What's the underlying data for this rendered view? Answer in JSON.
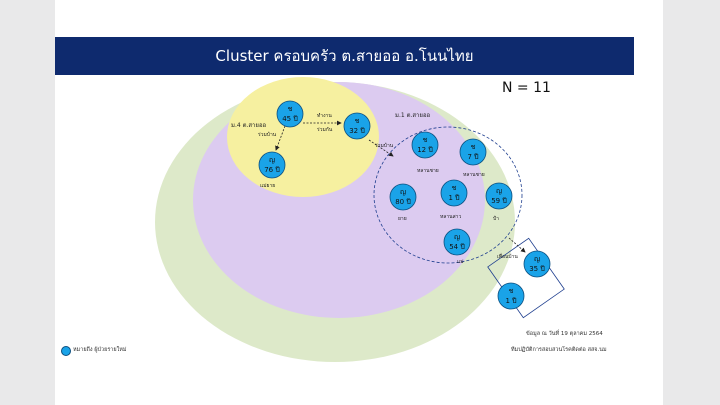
{
  "title": "Cluster ครอบครัว ต.สายออ อ.โนนไทย",
  "n_label": "N = 11",
  "zone_labels": {
    "m4": "ม.4 ต.สายออ",
    "m1": "ม.1 ต.สายออ"
  },
  "persons": [
    {
      "sex": "ช",
      "age": "45 ปี"
    },
    {
      "sex": "ญ",
      "age": "76 ปี"
    },
    {
      "sex": "ช",
      "age": "32 ปี"
    },
    {
      "sex": "ช",
      "age": "12 ปี"
    },
    {
      "sex": "ช",
      "age": "7 ปี"
    },
    {
      "sex": "ญ",
      "age": "80 ปี"
    },
    {
      "sex": "ช",
      "age": "1 ปี"
    },
    {
      "sex": "ญ",
      "age": "59 ปี"
    },
    {
      "sex": "ญ",
      "age": "54 ปี"
    },
    {
      "sex": "ญ",
      "age": "35 ปี"
    },
    {
      "sex": "ช",
      "age": "1 ปี"
    }
  ],
  "relation_labels": {
    "r1": "ร่วมบ้าน",
    "r2": "ทำงาน",
    "r3": "ร่วมกัน",
    "r4": "ร่วมบ้าน",
    "r5": "แม่ยาย",
    "r6": "หลานชาย",
    "r7": "หลานชาย",
    "r8": "ยาย",
    "r9": "หลานสาว",
    "r10": "ป้า",
    "r11": "แม่",
    "r12": "เพื่อนบ้าน"
  },
  "footer": {
    "source": "ข้อมูล ณ วันที่ 19 ตุลาคม 2564",
    "team": "ทีมปฏิบัติการสอบสวนโรคติดต่อ สสจ.นม"
  },
  "legend": {
    "label": "หมายถึง ผู้ป่วยรายใหม่"
  },
  "colors": {
    "title_bg": "#0e2a6e",
    "outer_zone": "#dde9c9",
    "middle_zone": "#dccbf0",
    "inner_zone": "#f6f0a0",
    "node_fill": "#1aa3e8"
  }
}
